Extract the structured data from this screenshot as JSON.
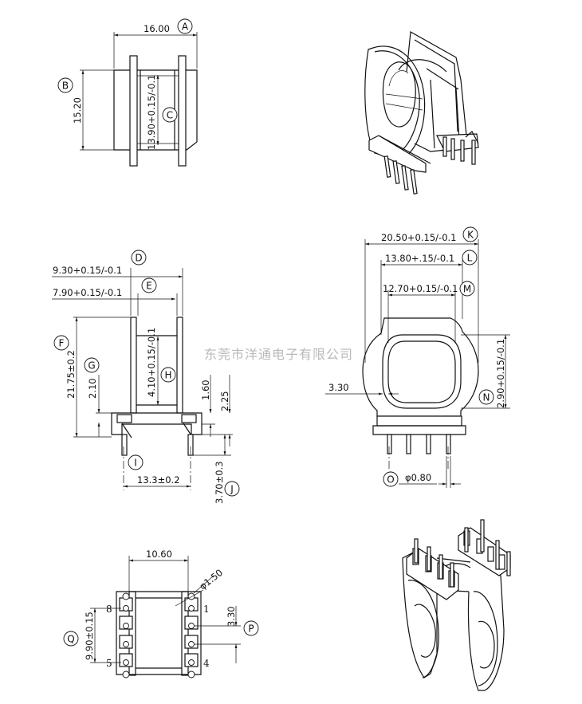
{
  "watermark": "东莞市洋通电子有限公司",
  "callout_letters": [
    "A",
    "B",
    "C",
    "D",
    "E",
    "F",
    "G",
    "H",
    "I",
    "J",
    "K",
    "L",
    "M",
    "N",
    "O",
    "P",
    "Q"
  ],
  "dimensions": {
    "A": "16.00",
    "B": "15.20",
    "C": "13.90+0.15/-0.1",
    "D": "9.30+0.15/-0.1",
    "E": "7.90+0.15/-0.1",
    "F": "21.75±0.2",
    "G": "2.10",
    "H": "4.10+0.15/-0.1",
    "dim_1_60": "1.60",
    "dim_2_25": "2.25",
    "I": "13.3±0.2",
    "J": "3.70±0.3",
    "K": "20.50+0.15/-0.1",
    "L": "13.80+.15/-0.1",
    "M": "12.70+0.15/-0.1",
    "N": "2.90+0.15/-0.1",
    "dim_3_30": "3.30",
    "O": "φ0.80",
    "top_width": "10.60",
    "hole": "φ1.50",
    "P": "3.30",
    "Q": "9.90±0.15"
  },
  "pin_numbers": {
    "p8": "8",
    "p1": "1",
    "p5": "5",
    "p4": "4"
  }
}
